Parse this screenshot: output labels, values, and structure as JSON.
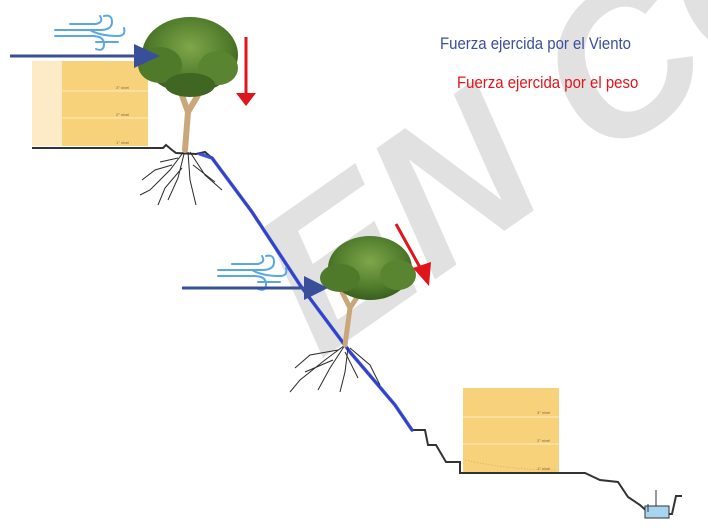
{
  "legend": {
    "wind_label": "Fuerza ejercida por el Viento",
    "wind_color": "#3a4f9a",
    "weight_label": "Fuerza ejercida por el peso",
    "weight_color": "#e0141b"
  },
  "watermark": {
    "text": "EN CO",
    "color": "#c8c8c8"
  },
  "buildings": {
    "upper": {
      "floors": [
        "3° nivel",
        "2° nivel",
        "1° nivel"
      ]
    },
    "lower": {
      "floors": [
        "3° nivel",
        "2° nivel",
        "1° nivel"
      ]
    }
  },
  "colors": {
    "building_fill": "#f7d27a",
    "building_light": "#fcebc6",
    "slope_line": "#2f43d6",
    "ground_line": "#333333",
    "foliage": "#4e7a2a",
    "trunk": "#c9a77a",
    "roots": "#2a2a2a",
    "wind_icon": "#5aa7e6"
  }
}
